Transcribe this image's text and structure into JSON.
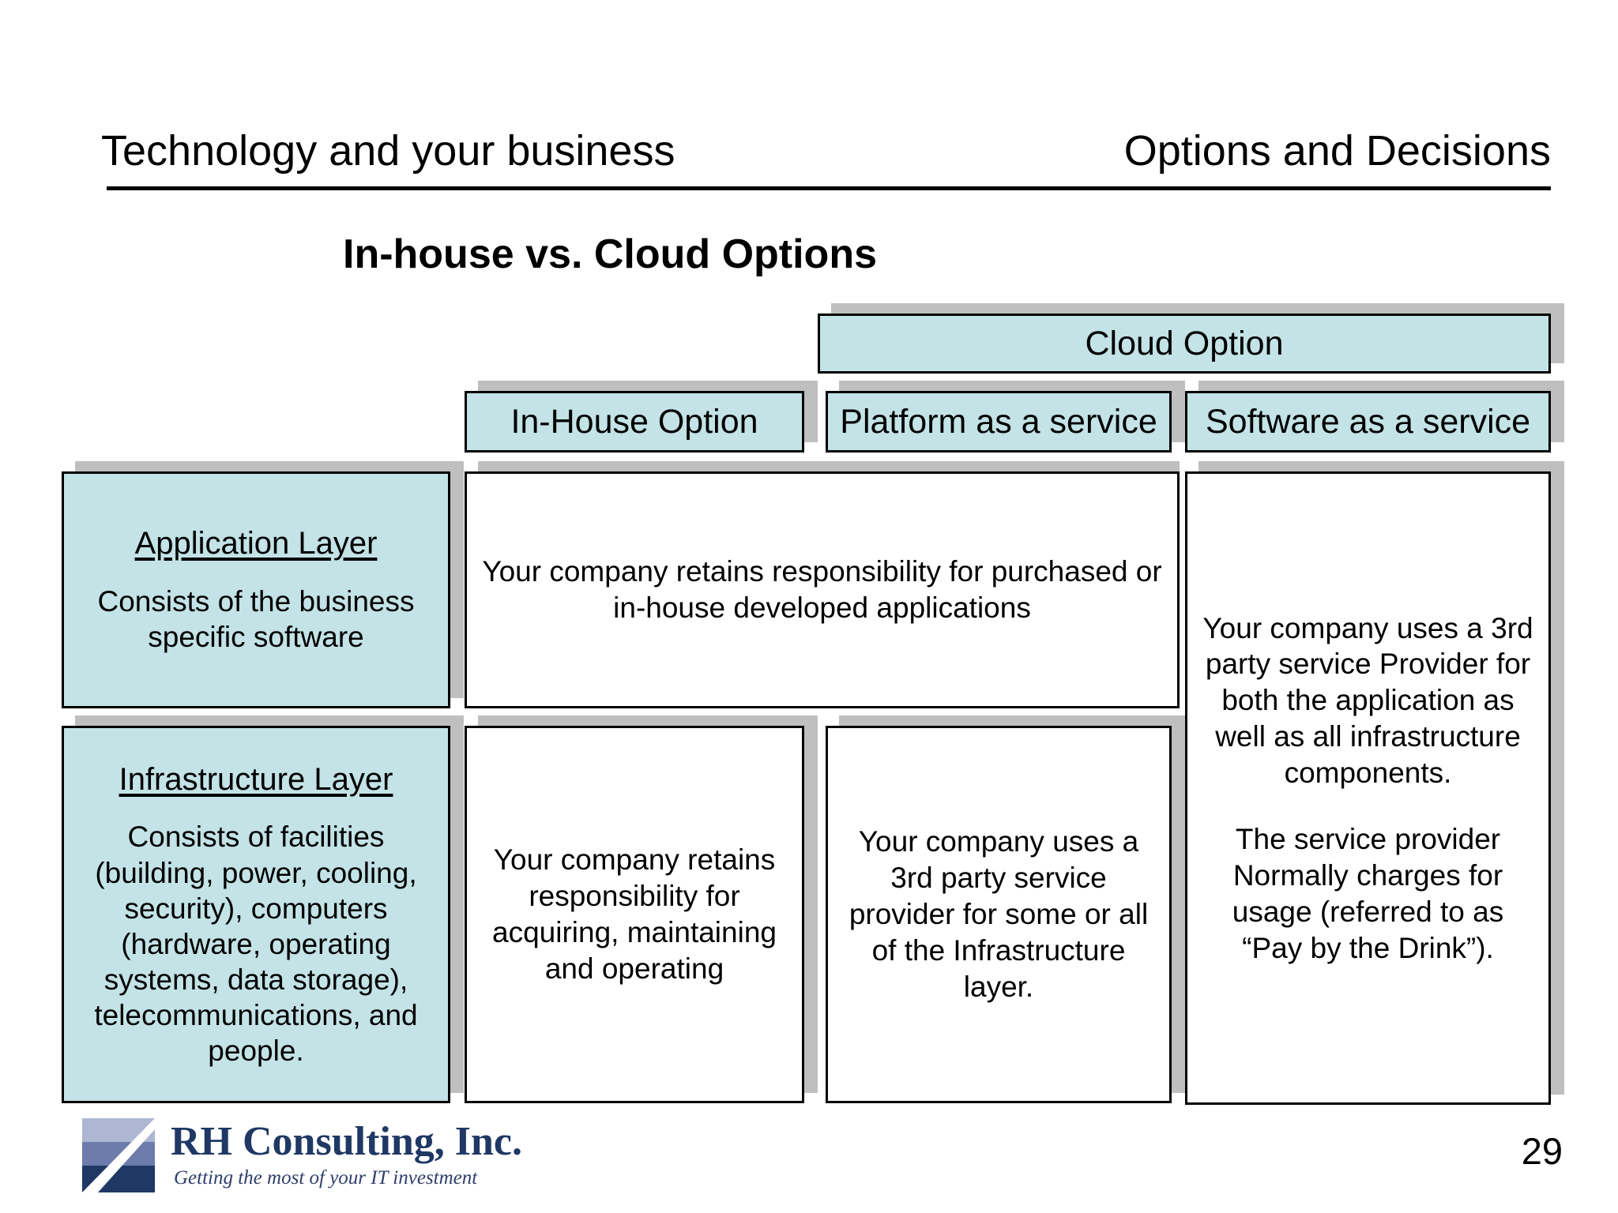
{
  "header": {
    "left_title": "Technology and your business",
    "right_title": "Options and Decisions"
  },
  "slide": {
    "title": "In-house vs. Cloud Options",
    "page_number": "29"
  },
  "diagram": {
    "group_header": "Cloud Option",
    "column_headers": [
      "In-House Option",
      "Platform as a service",
      "Software as a service"
    ],
    "rows": [
      {
        "layer_title": "Application Layer",
        "layer_body": "Consists of the business specific software",
        "in_house": "Your company retains responsibility for purchased or in-house developed applications",
        "paas": "",
        "saas_paragraph_1": "Your company uses a 3rd party service Provider for both the application as well as all infrastructure components.",
        "saas_paragraph_2": "The service provider Normally charges for usage (referred to as “Pay by the Drink”)."
      },
      {
        "layer_title": "Infrastructure Layer",
        "layer_body": "Consists of facilities (building, power, cooling, security), computers (hardware, operating systems, data storage), telecommunications, and people.",
        "in_house": "Your company retains responsibility for acquiring, maintaining and operating",
        "paas": "Your company uses a 3rd party service provider for some or all of the Infrastructure layer."
      }
    ]
  },
  "logo": {
    "company": "RH Consulting, Inc.",
    "tagline": "Getting the most of your IT investment"
  },
  "colors": {
    "teal_fill": "#C3E3E6",
    "shadow_gray": "#BFBFBF",
    "brand_navy": "#1F3864",
    "outline": "#000000"
  }
}
